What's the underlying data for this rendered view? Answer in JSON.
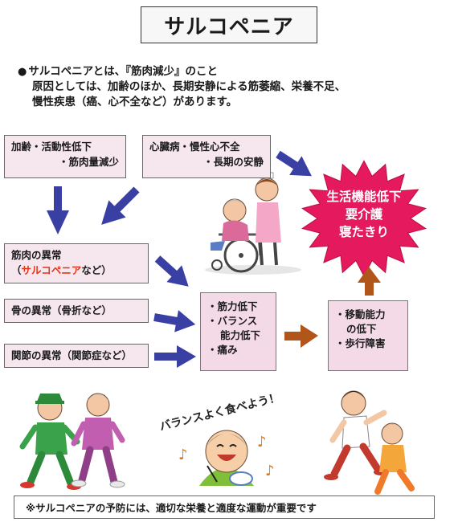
{
  "title": "サルコペニア",
  "intro": {
    "bullet": "●",
    "line1": "サルコペニアとは、『筋肉減少』のこと",
    "line2": "原因としては、加齢のほか、長期安静による筋萎縮、栄養不足、",
    "line3": "慢性疾患（癌、心不全など）があります。"
  },
  "causes": {
    "aging": {
      "line1": "加齢・活動性低下",
      "line2": "・筋肉量減少"
    },
    "heart": {
      "line1": "心臓病・慢性心不全",
      "line2": "・長期の安静"
    }
  },
  "abnormal": {
    "muscle": {
      "line1": "筋肉の異常",
      "open": "（",
      "term": "サルコペニア",
      "close": "など）"
    },
    "bone": "骨の異常（骨折など）",
    "joint": "関節の異常（関節症など）"
  },
  "effects": [
    "・筋力低下",
    "・バランス",
    "能力低下",
    "・痛み"
  ],
  "mobility": [
    "・移動能力",
    "の低下",
    "・歩行障害"
  ],
  "outcome": [
    "生活機能低下",
    "要介護",
    "寝たきり"
  ],
  "song_text": "バランスよく食べよう！",
  "footer": "※サルコペニアの予防には、適切な栄養と適度な運動が重要です",
  "colors": {
    "arrow_blue": "#3a3fa4",
    "arrow_orange": "#b1551b",
    "burst": "#e5195d",
    "box_pink": "#f4d9e7",
    "accent_text": "#e2361b"
  }
}
